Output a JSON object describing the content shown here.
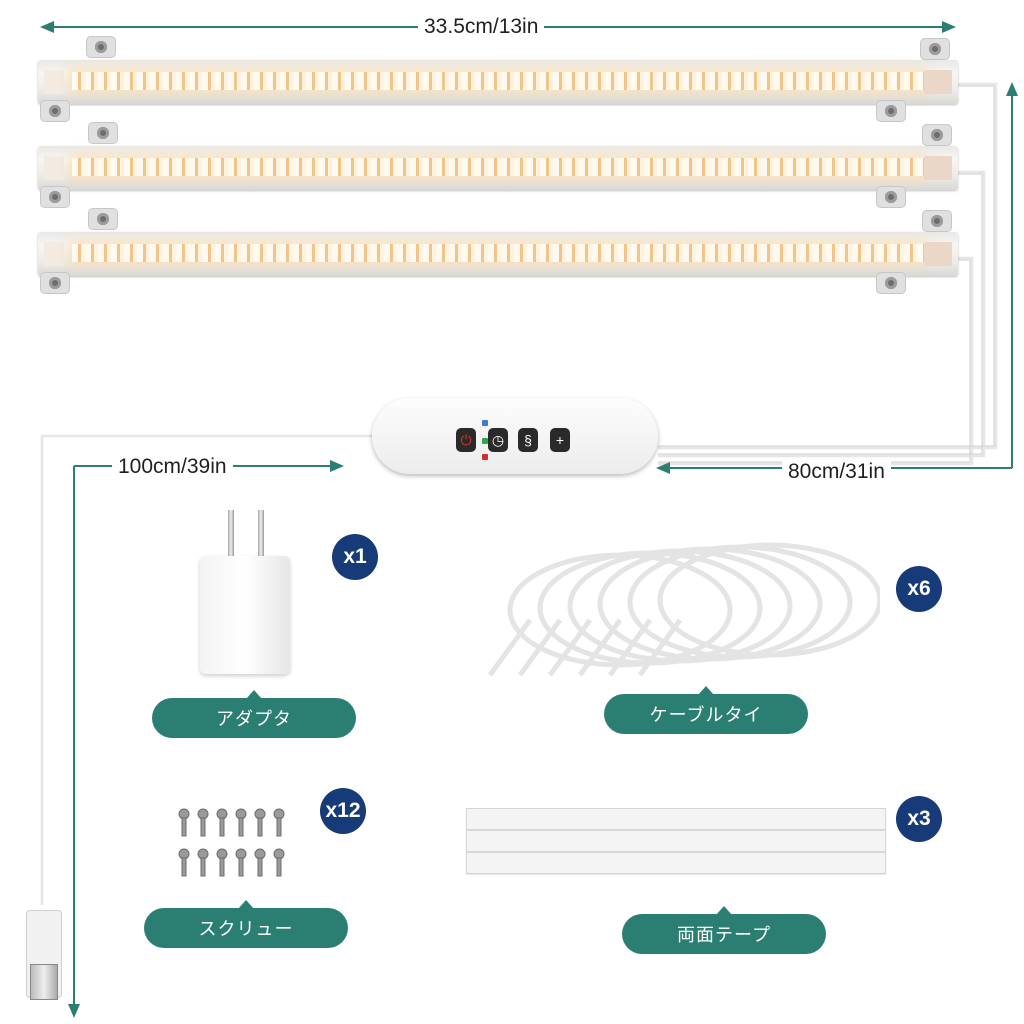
{
  "dimensions": {
    "bar_length": "33.5cm/13in",
    "extension_cable": "80cm/31in",
    "usb_cable": "100cm/39in"
  },
  "accessories": [
    {
      "label": "アダプタ",
      "count": "x1"
    },
    {
      "label": "ケーブルタイ",
      "count": "x6"
    },
    {
      "label": "スクリュー",
      "count": "x12"
    },
    {
      "label": "両面テープ",
      "count": "x3"
    }
  ],
  "controller": {
    "buttons": [
      "power-icon",
      "timer-icon",
      "mode-icon",
      "brightness-icon"
    ],
    "indicator_colors": [
      "#3a7bd5",
      "#2aa84a",
      "#d62b2b"
    ]
  },
  "colors": {
    "accent": "#2a7f72",
    "badge": "#173a78",
    "arrow": "#2a7f72",
    "led_warm": "#f2c48a"
  }
}
